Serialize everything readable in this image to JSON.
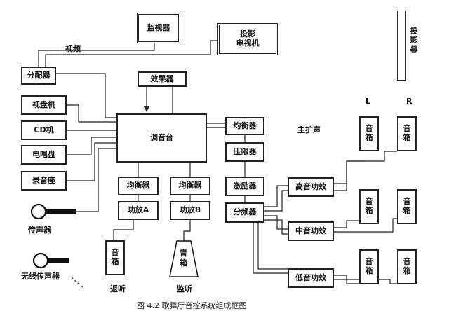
{
  "blocks": {
    "monitor": "监视器",
    "projector_tv": "投影\n电视机",
    "screen": "投影幕",
    "distributor": "分配器",
    "effects": "效果器",
    "vcd_player": "视盘机",
    "cd_player": "CD机",
    "record_player": "电唱盘",
    "tape_deck": "录音座",
    "mixer": "调音台",
    "equalizer_main": "均衡器",
    "limiter": "压限器",
    "exciter": "激励器",
    "crossover": "分频器",
    "eq_a": "均衡器",
    "eq_b": "均衡器",
    "amp_a": "功放A",
    "amp_b": "功放B",
    "high_amp": "高音功效",
    "mid_amp": "中音功效",
    "low_amp": "低音功效",
    "speaker": "音\n箱"
  },
  "labels": {
    "video": "视频",
    "main_pa": "主扩声",
    "left": "L",
    "right": "R",
    "microphone": "传声器",
    "wireless_mic": "无线传声器",
    "return_monitor": "返听",
    "listen": "监听"
  },
  "caption": "图 4.2   歌舞厅音控系统组成框图"
}
